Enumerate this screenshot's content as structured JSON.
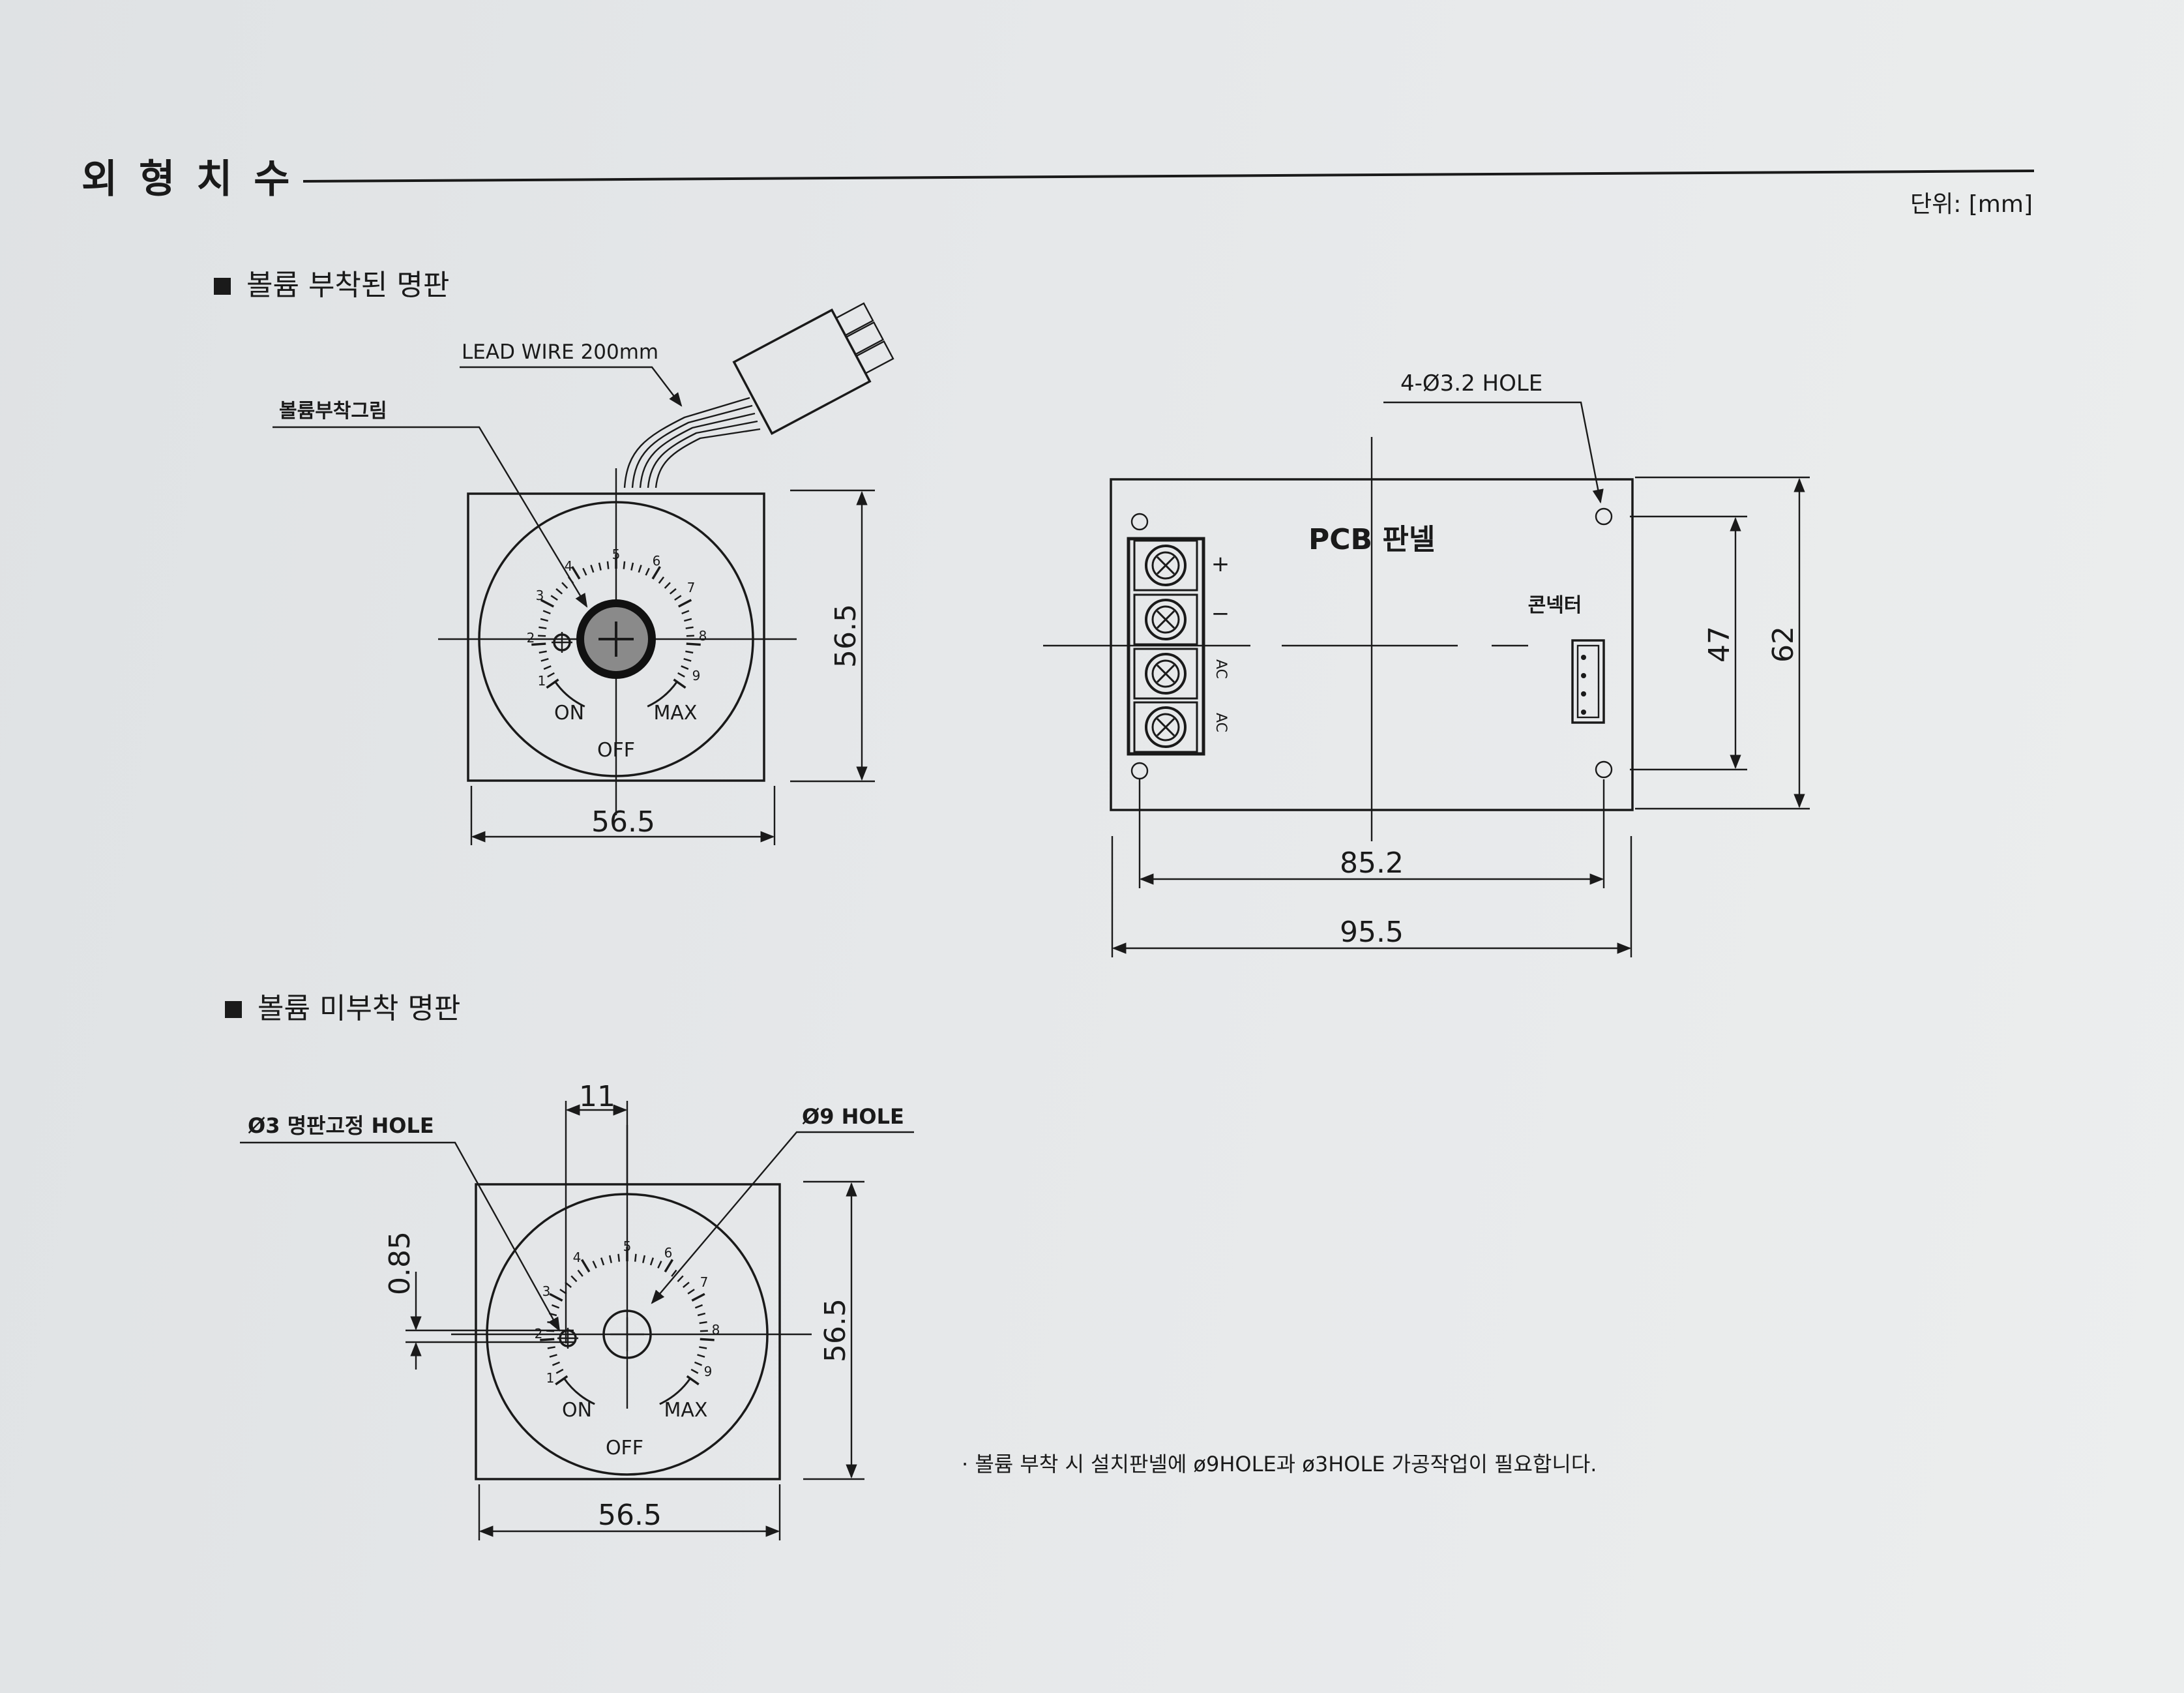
{
  "header": {
    "title": "외 형 치 수",
    "unit": "단위: [mm]"
  },
  "section_with_volume": {
    "heading": "볼륨 부착된 명판",
    "lead_wire": "LEAD WIRE 200mm",
    "volume_label": "볼륨부착그림",
    "dial": {
      "ticks": [
        "1",
        "2",
        "3",
        "4",
        "5",
        "6",
        "7",
        "8",
        "9"
      ],
      "on": "ON",
      "max": "MAX",
      "off": "OFF"
    },
    "width_dim": "56.5",
    "height_dim": "56.5"
  },
  "pcb": {
    "hole_label": "4-Ø3.2 HOLE",
    "title": "PCB 판넬",
    "connector_label": "콘넥터",
    "terminal_labels": [
      "+",
      "−",
      "AC",
      "AC"
    ],
    "inner_height_dim": "47",
    "outer_height_dim": "62",
    "inner_width_dim": "85.2",
    "outer_width_dim": "95.5"
  },
  "section_without_volume": {
    "heading": "볼륨 미부착 명판",
    "hole3_label": "Ø3 명판고정 HOLE",
    "hole9_label": "Ø9 HOLE",
    "offset_dim": "11",
    "small_dim": "0.85",
    "dial": {
      "ticks": [
        "1",
        "2",
        "3",
        "4",
        "5",
        "6",
        "7",
        "8",
        "9"
      ],
      "on": "ON",
      "max": "MAX",
      "off": "OFF"
    },
    "width_dim": "56.5",
    "height_dim": "56.5"
  },
  "note": "· 볼륨 부착 시 설치판넬에 ø9HOLE과 ø3HOLE 가공작업이 필요합니다."
}
